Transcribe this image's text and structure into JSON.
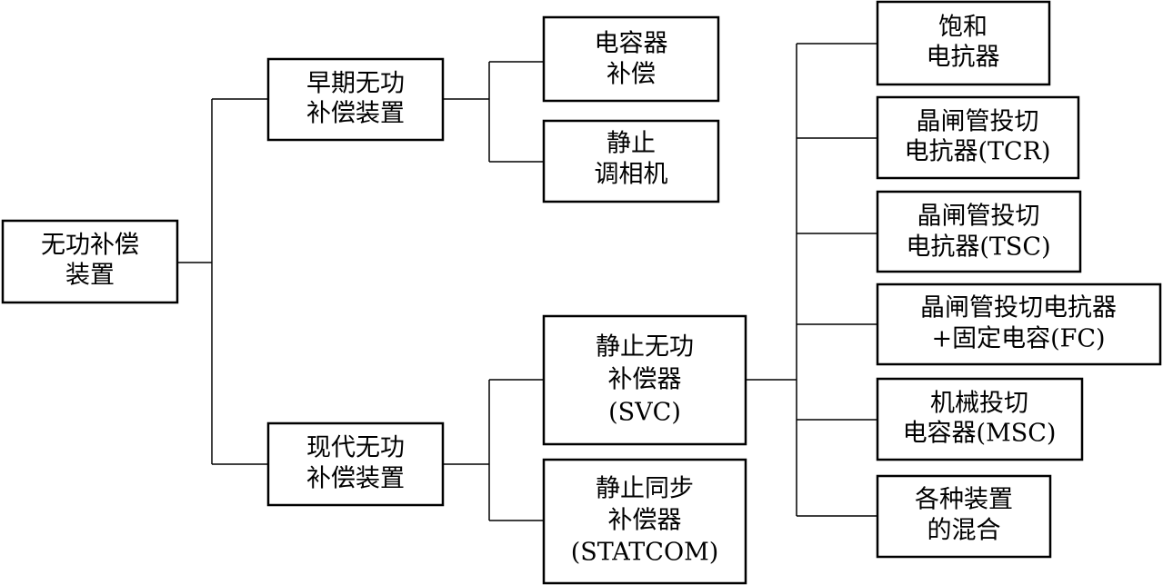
{
  "nodes": {
    "root": {
      "lines": [
        "无功补偿",
        "装置"
      ]
    },
    "early": {
      "lines": [
        "早期无功",
        "补偿装置"
      ]
    },
    "modern": {
      "lines": [
        "现代无功",
        "补偿装置"
      ]
    },
    "capacitor_comp": {
      "lines": [
        "电容器",
        "补偿"
      ]
    },
    "sync_condenser": {
      "lines": [
        "静止",
        "调相机"
      ]
    },
    "svc": {
      "lines": [
        "静止无功",
        "补偿器",
        "(SVC)"
      ]
    },
    "statcom": {
      "lines": [
        "静止同步",
        "补偿器",
        "(STATCOM)"
      ]
    },
    "saturated_reactor": {
      "lines": [
        "饱和",
        "电抗器"
      ]
    },
    "tcr": {
      "lines": [
        "晶闸管投切",
        "电抗器(TCR)"
      ]
    },
    "tsc": {
      "lines": [
        "晶闸管投切",
        "电抗器(TSC)"
      ]
    },
    "tcr_fc": {
      "lines": [
        "晶闸管投切电抗器",
        "+固定电容(FC)"
      ]
    },
    "msc": {
      "lines": [
        "机械投切",
        "电容器(MSC)"
      ]
    },
    "hybrid": {
      "lines": [
        "各种装置",
        "的混合"
      ]
    }
  }
}
